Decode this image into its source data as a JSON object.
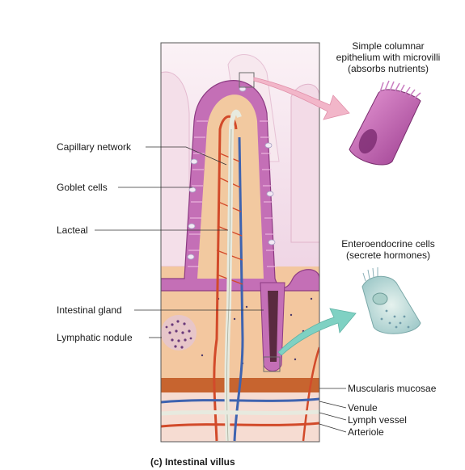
{
  "labels": {
    "capillary_network": "Capillary network",
    "goblet_cells": "Goblet cells",
    "lacteal": "Lacteal",
    "intestinal_gland": "Intestinal gland",
    "lymphatic_nodule": "Lymphatic nodule",
    "muscularis_mucosae": "Muscularis mucosae",
    "venule": "Venule",
    "lymph_vessel": "Lymph vessel",
    "arteriole": "Arteriole",
    "columnar_line1": "Simple columnar",
    "columnar_line2": "epithelium with microvilli",
    "columnar_line3": "(absorbs nutrients)",
    "entero_line1": "Enteroendocrine cells",
    "entero_line2": "(secrete hormones)"
  },
  "caption": "(c) Intestinal villus",
  "colors": {
    "epithelium": "#c46fb6",
    "lamina_propria": "#f2c9a0",
    "background_tissue": "#e9c7dc",
    "lacteal": "#e7eadf",
    "arteriole": "#d24a2a",
    "venule": "#3e63b0",
    "arrow_pink": "#f2b6c9",
    "arrow_teal": "#7fd1c3"
  }
}
